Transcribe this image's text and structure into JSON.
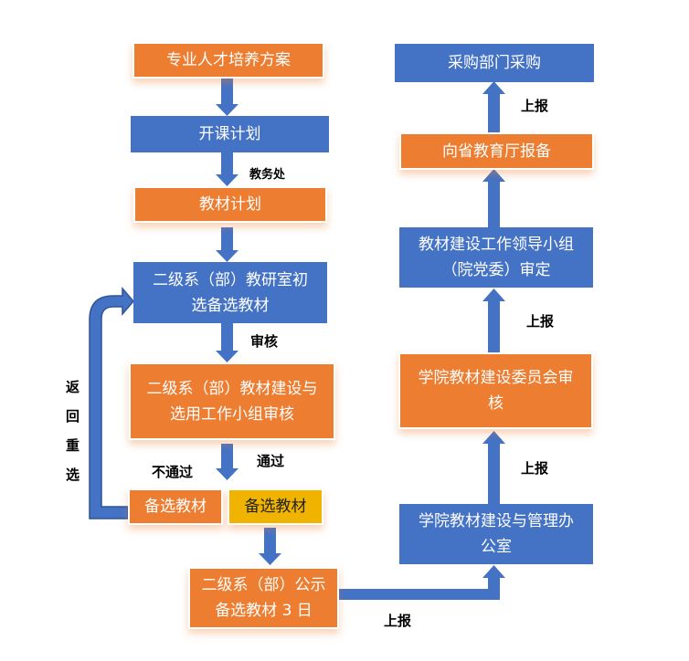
{
  "colors": {
    "orange": "#ED7D31",
    "blue": "#4472C4",
    "yellow": "#F0B400"
  },
  "left_flow": {
    "talent_plan": "专业人才培养方案",
    "course_plan": "开课计划",
    "textbook_plan": "教材计划",
    "dept_select": "二级系（部）教研室初选备选教材",
    "dept_review": "二级系（部）教材建设与选用工作小组审核",
    "candidate_fail": "备选教材",
    "candidate_pass": "备选教材",
    "dept_publicity": "二级系（部）公示备选教材 3 日"
  },
  "right_flow": {
    "office": "学院教材建设与管理办公室",
    "committee": "学院教材建设委员会审核",
    "leading_group": "教材建设工作领导小组（院党委）审定",
    "province": "向省教育厅报备",
    "purchase": "采购部门采购"
  },
  "labels": {
    "academic_affairs": "教务处",
    "review": "审核",
    "fail": "不通过",
    "pass": "通过",
    "return": "返回重选",
    "report1": "上报",
    "report2": "上报",
    "report3": "上报",
    "report4": "上报"
  }
}
